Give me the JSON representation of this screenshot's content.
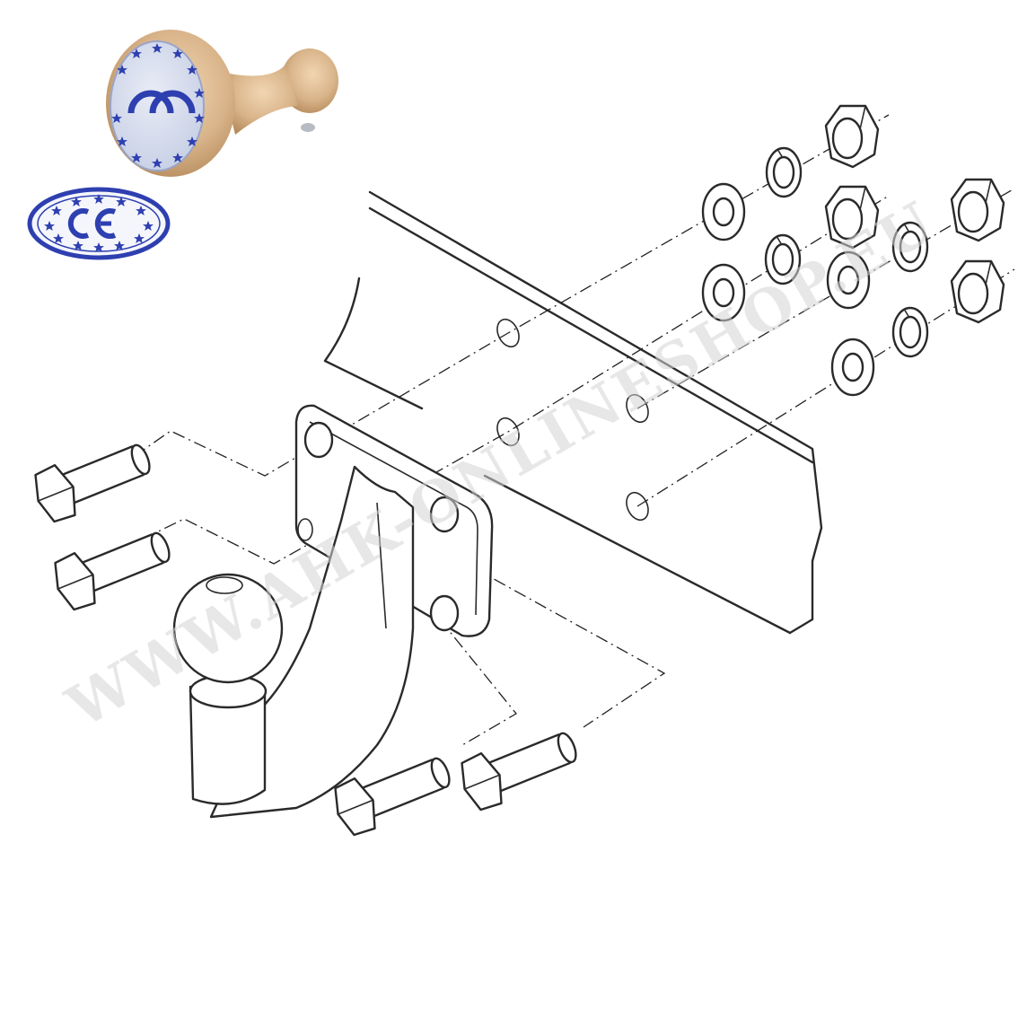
{
  "watermark": {
    "text": "WWW.AHK-ONLINESHOP.EU"
  },
  "stamp": {
    "mark": "CE",
    "star_color": "#2e3fb0",
    "wood_color": "#d9b48a"
  },
  "parts": {
    "bolts": [
      "bolt",
      "bolt",
      "bolt",
      "bolt"
    ],
    "nuts": [
      "nut",
      "nut",
      "nut",
      "nut"
    ],
    "flat_washers": [
      "washer",
      "washer",
      "washer",
      "washer"
    ],
    "spring_washers": [
      "spring-washer",
      "spring-washer",
      "spring-washer",
      "spring-washer"
    ]
  }
}
